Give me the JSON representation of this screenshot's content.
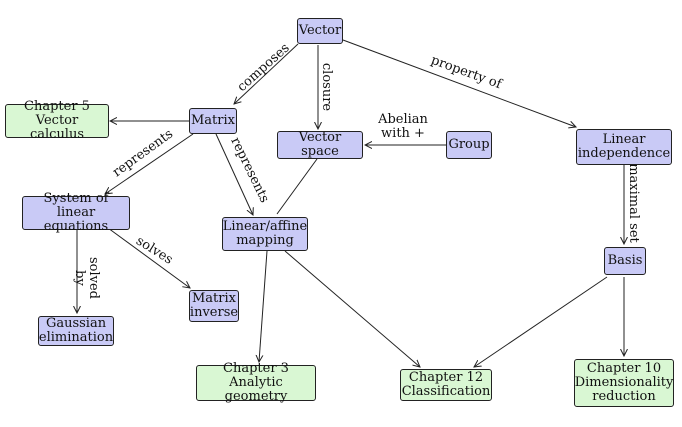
{
  "nodes": {
    "vector": "Vector",
    "matrix": "Matrix",
    "vector_space": "Vector space",
    "group": "Group",
    "linear_independence": "Linear\nindependence",
    "chapter5": "Chapter 5\nVector calculus",
    "system_linear": "System of\nlinear equations",
    "linear_affine": "Linear/affine\nmapping",
    "basis": "Basis",
    "matrix_inverse": "Matrix\ninverse",
    "gaussian": "Gaussian\nelimination",
    "chapter3": "Chapter 3\nAnalytic geometry",
    "chapter12": "Chapter 12\nClassification",
    "chapter10": "Chapter 10\nDimensionality\nreduction"
  },
  "edges": {
    "composes": "composes",
    "closure": "closure",
    "property_of": "property of",
    "abelian": "Abelian\nwith +",
    "represents1": "represents",
    "represents2": "represents",
    "maximal_set": "maximal set",
    "solved_by": "solved by",
    "solves": "solves"
  },
  "colors": {
    "concept_fill": "#c9caf6",
    "chapter_fill": "#d9f7d3",
    "line": "#222222"
  }
}
